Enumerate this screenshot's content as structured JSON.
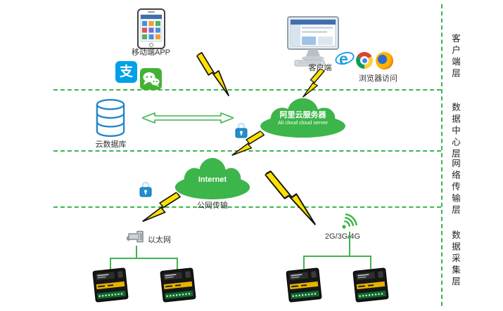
{
  "layer_labels": [
    "客户端层",
    "数据中心层",
    "网络传输层",
    "数据采集层"
  ],
  "nodes": {
    "mobile_app": "移动端APP",
    "client": "客户端",
    "browser_access": "浏览器访问",
    "cloud_database": "云数据库",
    "ali_cloud_cn": "阿里云服务器",
    "ali_cloud_en": "Ali cloud  cloud server",
    "internet": "Internet",
    "public_transmission": "公网传输",
    "ethernet": "以太网",
    "cellular": "2G/3G/4G"
  },
  "icons": {
    "alipay_glyph": "支",
    "ie_glyph": "e"
  },
  "colors": {
    "accent_green": "#3cb54a",
    "bolt_yellow": "#ffe100",
    "database_blue": "#2386c8",
    "alipay_blue": "#00a0e9",
    "wechat_green": "#43b234",
    "lock_blue": "#1f8fd0",
    "ie_blue": "#1b9de2",
    "chrome_red": "#db4437",
    "chrome_yellow": "#ffcd40",
    "chrome_green": "#0f9d58",
    "chrome_blue": "#4285f4",
    "firefox_orange": "#e66000",
    "firefox_blue": "#2a6bd4"
  }
}
